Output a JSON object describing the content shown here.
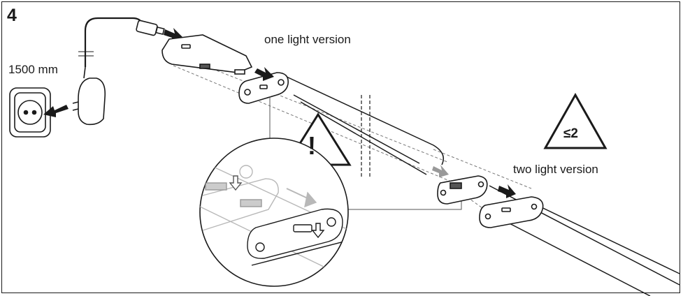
{
  "step_number": "4",
  "labels": {
    "cable_length": "1500 mm",
    "one_light": "one light version",
    "two_light": "two light version",
    "max_count": "≤2",
    "warning_mark": "!"
  },
  "icons": [
    "wall-socket-icon",
    "power-plug-icon",
    "usb-connector-icon",
    "warning-triangle-icon",
    "limit-triangle-icon",
    "down-arrow-icon"
  ],
  "colors": {
    "line": "#1a1a1a",
    "guide": "#777777",
    "faint": "#b8b8b8"
  }
}
